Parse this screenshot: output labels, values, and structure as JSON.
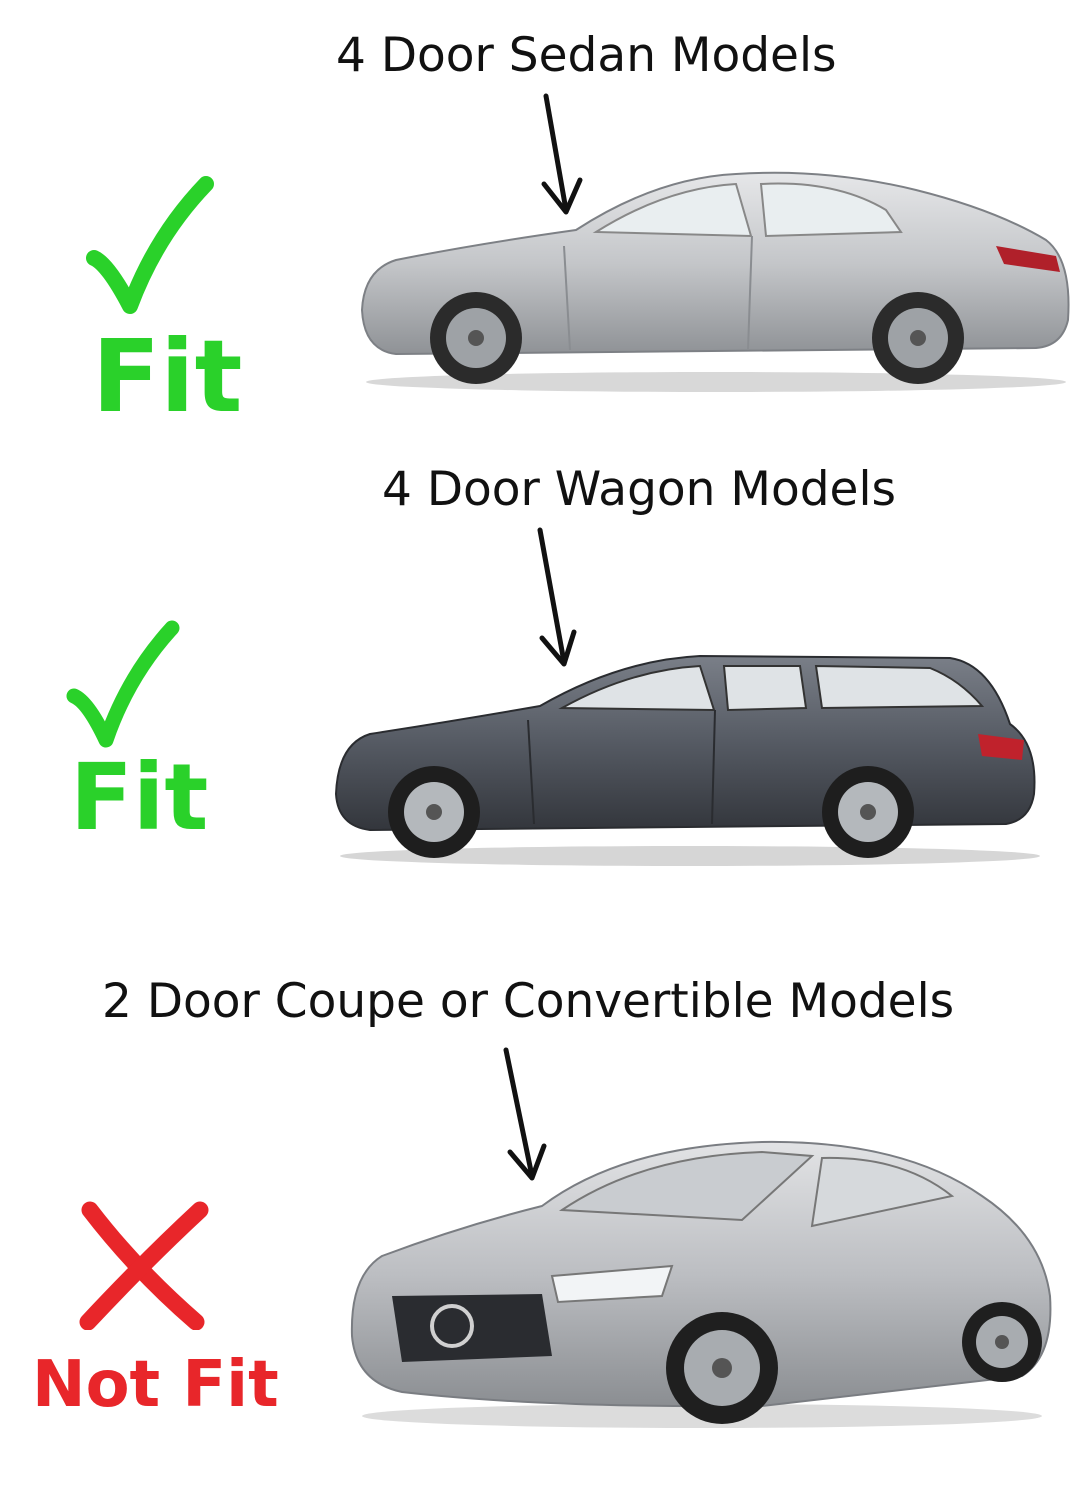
{
  "colors": {
    "fit": "#2ad12a",
    "not_fit": "#e8262a",
    "text": "#111111"
  },
  "rows": [
    {
      "title": "4 Door Sedan Models",
      "verdict": "Fit",
      "mark_icon": "check-icon",
      "car_icon": "sedan-car-icon",
      "car_color": "silver"
    },
    {
      "title": "4 Door Wagon Models",
      "verdict": "Fit",
      "mark_icon": "check-icon",
      "car_icon": "wagon-car-icon",
      "car_color": "dark-gray"
    },
    {
      "title": "2 Door Coupe or Convertible Models",
      "verdict": "Not Fit",
      "mark_icon": "cross-icon",
      "car_icon": "coupe-car-icon",
      "car_color": "silver"
    }
  ]
}
